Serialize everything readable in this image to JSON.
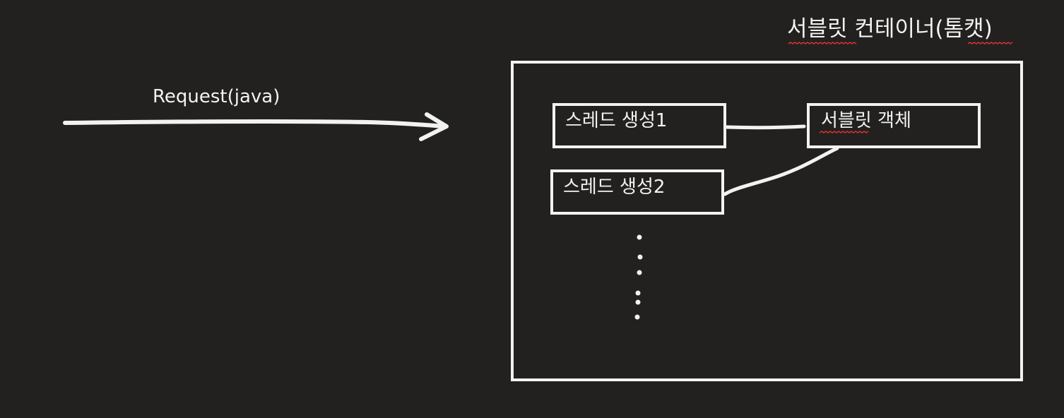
{
  "request": {
    "label": "Request(java)"
  },
  "container": {
    "title": "서블릿 컨테이너(톰캣)"
  },
  "threads": [
    {
      "label": "스레드 생성1"
    },
    {
      "label": "스레드 생성2"
    }
  ],
  "servlet": {
    "label": "서블릿 객체"
  },
  "colors": {
    "background": "#222120",
    "stroke": "#f2f2f2",
    "spellcheck_underline": "#e03131"
  }
}
